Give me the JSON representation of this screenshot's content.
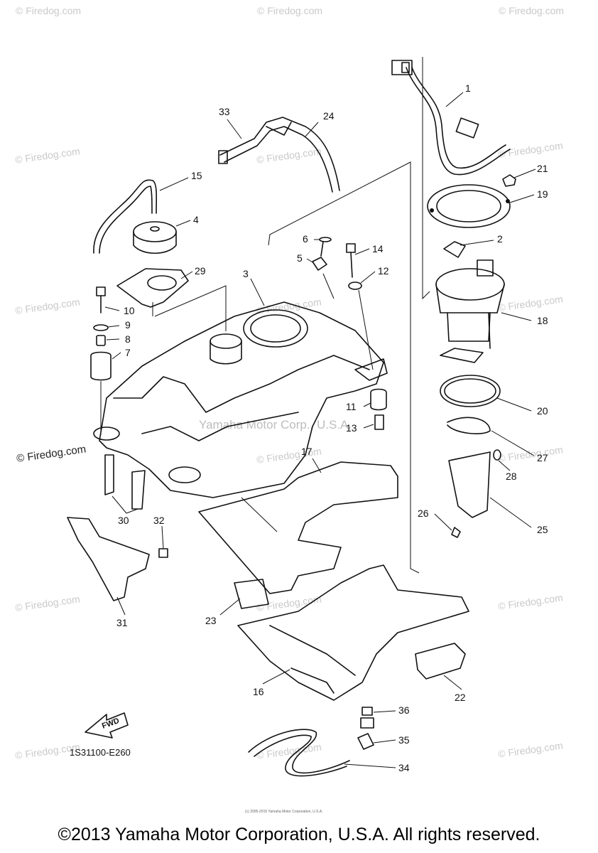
{
  "watermark_text": "© Firedog.com",
  "manufacturer_watermark": "Yamaha Motor Corp., U.S.A.",
  "diagram_code": "1S31100-E260",
  "fwd_label": "FWD",
  "small_print": "(c) 2005-2015 Yamaha Motor Corporation, U.S.A.",
  "copyright": "©2013 Yamaha Motor Corporation, U.S.A. All rights reserved.",
  "callouts": {
    "c1": "1",
    "c2": "2",
    "c3": "3",
    "c4": "4",
    "c5": "5",
    "c6": "6",
    "c7": "7",
    "c8": "8",
    "c9": "9",
    "c10": "10",
    "c11": "11",
    "c12": "12",
    "c13": "13",
    "c14": "14",
    "c15": "15",
    "c16": "16",
    "c17": "17",
    "c18": "18",
    "c19": "19",
    "c20": "20",
    "c21": "21",
    "c22": "22",
    "c23": "23",
    "c24": "24",
    "c25": "25",
    "c26": "26",
    "c27": "27",
    "c28": "28",
    "c29": "29",
    "c30": "30",
    "c31": "31",
    "c32": "32",
    "c33": "33",
    "c34": "34",
    "c35": "35",
    "c36": "36"
  }
}
